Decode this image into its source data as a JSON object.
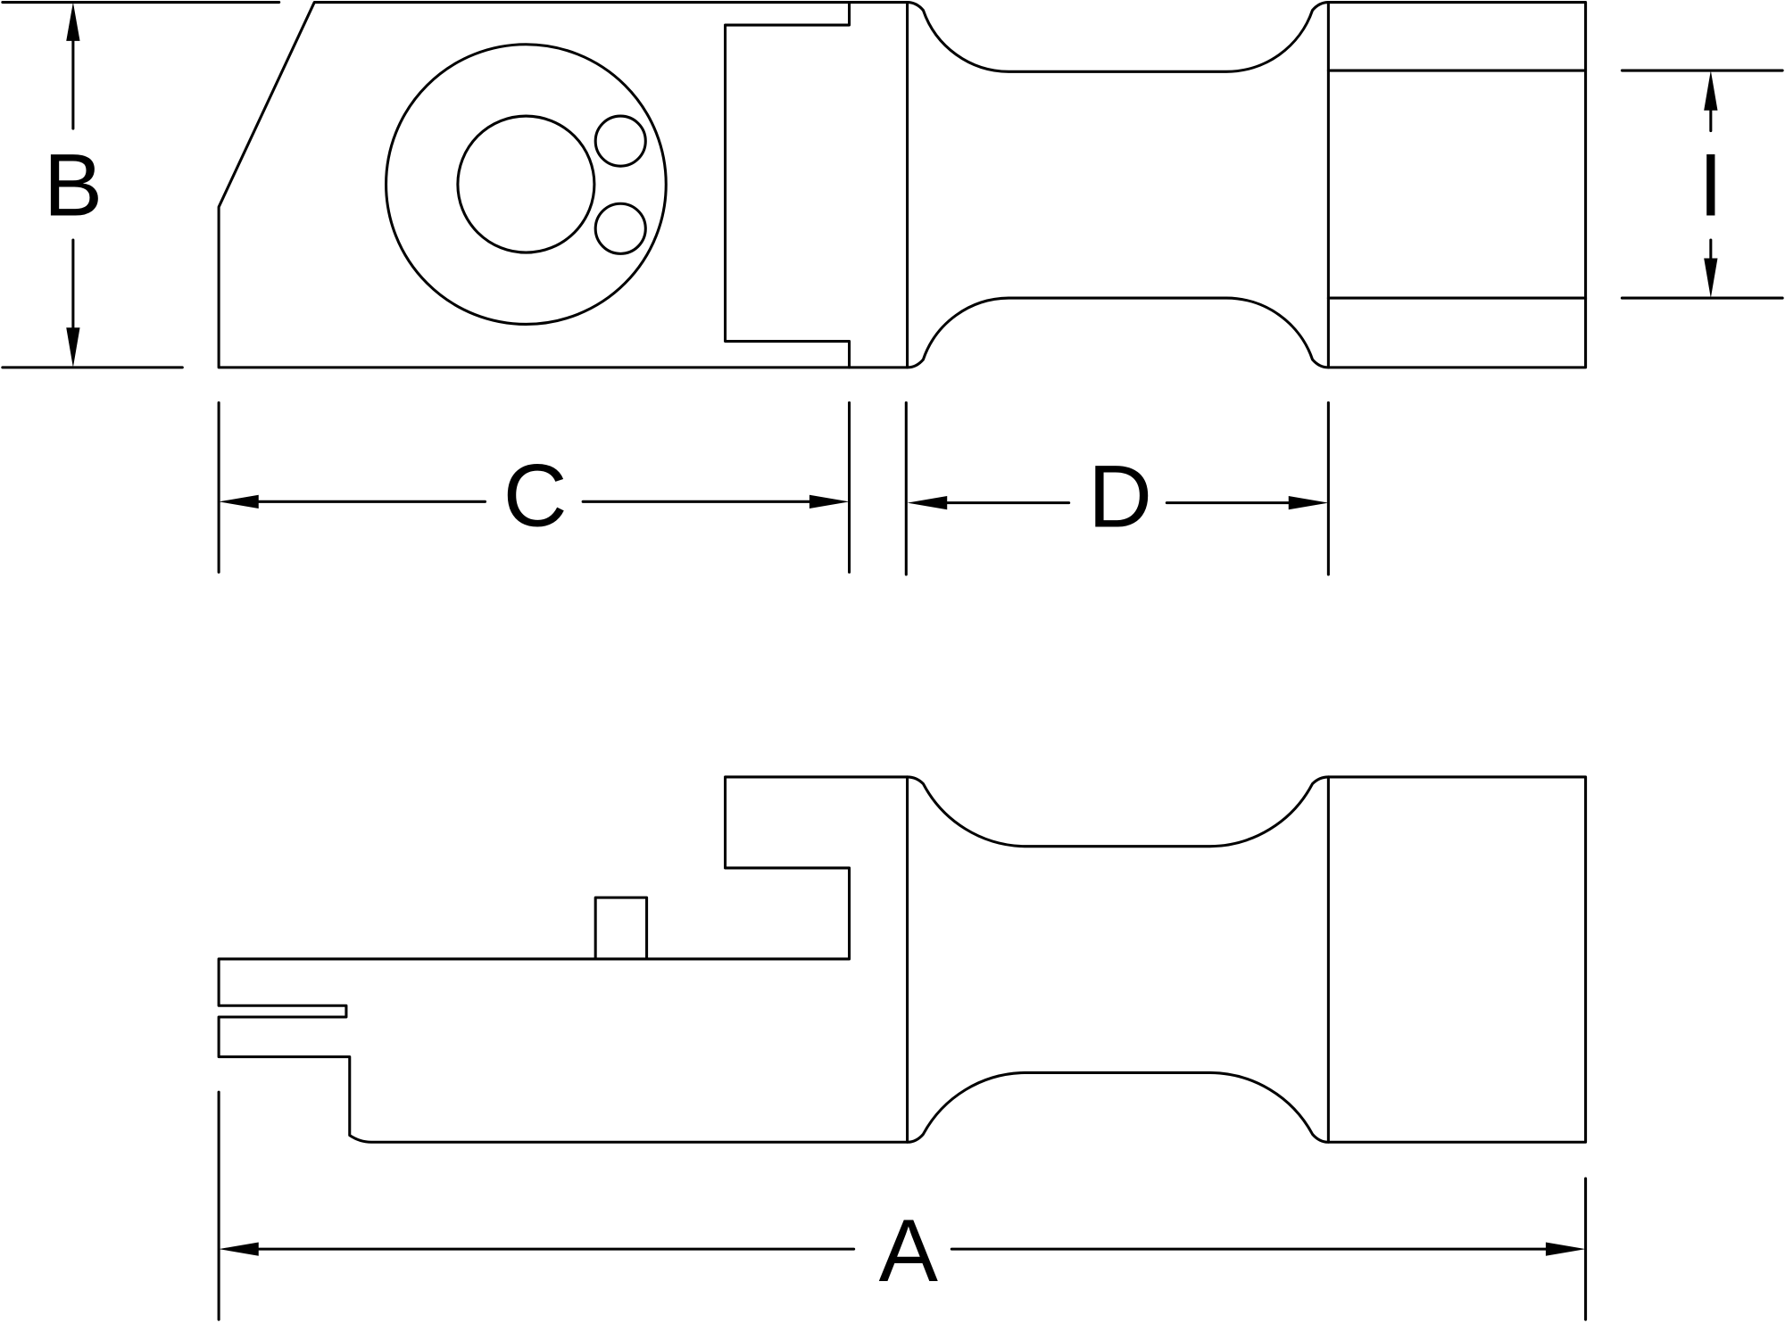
{
  "dimensions": {
    "a": "A",
    "b": "B",
    "c": "C",
    "d": "D",
    "i": "I"
  },
  "colors": {
    "stroke": "#000000",
    "background": "#ffffff"
  }
}
